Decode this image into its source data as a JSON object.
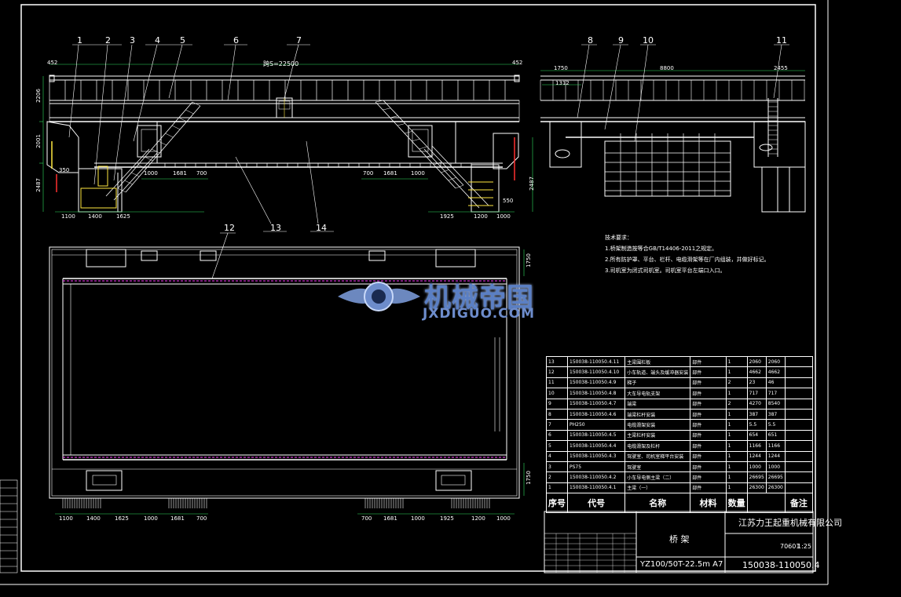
{
  "drawing": {
    "dims": {
      "span_label": "跨S=22500",
      "left_end": "452",
      "right_end": "452",
      "height_top": "2206",
      "height_mid": "2001",
      "height_bot": "2487",
      "left_small": "350",
      "right_height": "2487",
      "right_small": "550",
      "bottom_left": [
        "1100",
        "1400",
        "1625"
      ],
      "bottom_mid_left": [
        "1000",
        "1681",
        "700"
      ],
      "bottom_mid_right": [
        "700",
        "1681",
        "1000"
      ],
      "bottom_right": [
        "1925",
        "1200",
        "1000"
      ],
      "side_top_left": "1750",
      "side_top_inner": "1312",
      "side_top_span": "8800",
      "side_top_right": "2455",
      "plan_right_top": "1750",
      "plan_right_bot": "1750",
      "plan_bottom_left": [
        "1100",
        "1400",
        "1625",
        "1000",
        "1681",
        "700"
      ],
      "plan_bottom_right": [
        "700",
        "1681",
        "1000",
        "1925",
        "1200",
        "1000"
      ]
    },
    "balloons": [
      "1",
      "2",
      "3",
      "4",
      "5",
      "6",
      "7",
      "8",
      "9",
      "10",
      "11",
      "12",
      "13",
      "14"
    ]
  },
  "watermark": {
    "brand_cn": "机械帝国",
    "brand_en": "JXDIGUO.COM"
  },
  "notes": {
    "title": "技术要求：",
    "items": [
      "1.桥架制造按等合GB/T14406-2011之规定。",
      "2.所有防护罩、平台、栏杆、电缆滑架等在厂内组装，并做好标记。",
      "3.司机室为闭式司机室。司机室平台左端口入口。"
    ]
  },
  "parts_table": {
    "rows": [
      [
        "13",
        "150038-110050.4.11",
        "主梁围栏板",
        "部件",
        "1",
        "2060",
        "2060"
      ],
      [
        "12",
        "150038-110050.4.10",
        "小车轨道、端头及缓冲器安装",
        "部件",
        "1",
        "4662",
        "4662"
      ],
      [
        "11",
        "150038-110050.4.9",
        "梯子",
        "部件",
        "2",
        "23",
        "46"
      ],
      [
        "10",
        "150038-110050.4.8",
        "大车导电轨支架",
        "部件",
        "1",
        "717",
        "717"
      ],
      [
        "9",
        "150038-110050.4.7",
        "端梁",
        "部件",
        "2",
        "4270",
        "8540"
      ],
      [
        "8",
        "150038-110050.4.6",
        "端梁栏杆安装",
        "部件",
        "1",
        "387",
        "387"
      ],
      [
        "7",
        "PH250",
        "电缆滑架安装",
        "部件",
        "1",
        "5.5",
        "5.5"
      ],
      [
        "6",
        "150038-110050.4.5",
        "主梁栏杆安装",
        "部件",
        "1",
        "654",
        "651"
      ],
      [
        "5",
        "150038-110050.4.4",
        "电缆滑架及栏杆",
        "部件",
        "1",
        "1166",
        "1166"
      ],
      [
        "4",
        "150038-110050.4.3",
        "驾驶室、司机室梯平台安装",
        "部件",
        "1",
        "1244",
        "1244"
      ],
      [
        "3",
        "PS75",
        "驾驶室",
        "部件",
        "1",
        "1000",
        "1000"
      ],
      [
        "2",
        "150038-110050.4.2",
        "小车导电侧主梁（二）",
        "部件",
        "1",
        "26695",
        "26695"
      ],
      [
        "1",
        "150038-110050.4.1",
        "主梁（一）",
        "部件",
        "1",
        "26300",
        "26300"
      ]
    ],
    "header": [
      "序号",
      "代号",
      "名称",
      "材料",
      "数量",
      "",
      "备注"
    ]
  },
  "title_block": {
    "drawing_name": "桥 架",
    "company": "江苏力王起重机械有限公司",
    "model": "YZ100/50T-22.5m A7",
    "drawing_no": "150038-110050.4",
    "weight": "70601",
    "scale": "1:25"
  }
}
